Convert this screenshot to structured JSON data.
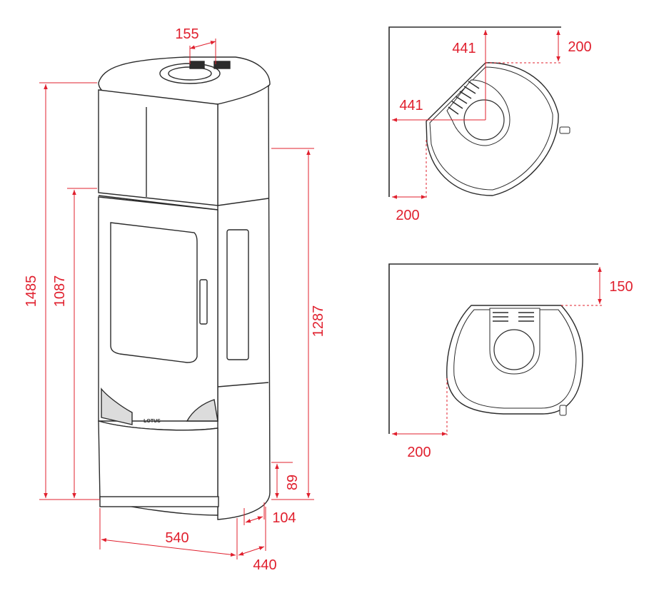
{
  "colors": {
    "dimension": "#e0202e",
    "outline": "#2b2b2b",
    "fill": "#ffffff",
    "wall": "#2b2b2b"
  },
  "front_view": {
    "brand_label": "LOTUS",
    "dims": {
      "flue_width": "155",
      "total_height": "1485",
      "door_height": "1087",
      "flue_height": "1287",
      "air_inlet_height": "89",
      "air_inlet_offset": "104",
      "width": "540",
      "depth": "440"
    }
  },
  "corner_view": {
    "dims": {
      "flue_from_side_wall": "441",
      "flue_from_back_wall": "441",
      "back_wall_clearance": "200",
      "side_wall_clearance": "200"
    }
  },
  "wall_view": {
    "dims": {
      "back_wall_clearance": "150",
      "side_wall_clearance": "200"
    }
  }
}
